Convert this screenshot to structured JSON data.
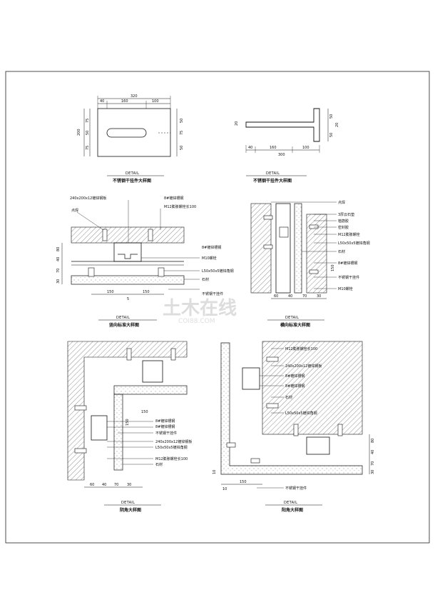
{
  "detail1": {
    "caption": "DETAIL",
    "title": "不锈钢干挂件大样图",
    "dims_top": [
      "320",
      "40",
      "160",
      "100"
    ],
    "dims_left": [
      "200",
      "75",
      "50",
      "75"
    ],
    "dims_right": [
      "50",
      "75",
      "50"
    ]
  },
  "detail2": {
    "caption": "DETAIL",
    "title": "不锈钢干挂件大样图",
    "dims_bottom": [
      "40",
      "160",
      "100",
      "300"
    ],
    "dims_side": [
      "20",
      "50",
      "20",
      "50"
    ]
  },
  "detail3": {
    "caption": "DETAIL",
    "title": "竖向标准大样图",
    "labels": [
      "240x200x12镀锌钢板",
      "8#镀锌槽钢",
      "M12膨胀螺栓长100",
      "点焊",
      "8#镀锌槽钢",
      "M10螺栓",
      "L50x50x5镀锌角钢",
      "石材",
      "不锈钢干挂件"
    ],
    "dims_left": [
      "80",
      "40",
      "70",
      "30"
    ],
    "dims_bottom": [
      "150",
      "150",
      "5"
    ]
  },
  "detail4": {
    "caption": "DETAIL",
    "title": "横向标准大样图",
    "labels": [
      "点焊",
      "3厚云石垫",
      "植筋胶",
      "密封胶",
      "M12膨胀螺栓",
      "L50x50x5镀锌角钢",
      "石材",
      "8#镀锌槽钢",
      "不锈钢干挂件",
      "M10螺栓"
    ],
    "dims_bottom": [
      "60",
      "40",
      "70",
      "30"
    ],
    "dims_right": [
      "150"
    ]
  },
  "detail5": {
    "caption": "DETAIL",
    "title": "阴角大样图",
    "labels": [
      "8#镀锌槽钢",
      "8#镀锌槽钢",
      "不锈钢干挂件",
      "240x200x12镀锌钢板",
      "L50x50x5镀锌角钢",
      "M12膨胀螺栓长100",
      "石材"
    ],
    "dims_bottom": [
      "60",
      "40",
      "70",
      "30"
    ],
    "dims_side": [
      "150",
      "150"
    ]
  },
  "detail6": {
    "caption": "DETAIL",
    "title": "阳角大样图",
    "labels": [
      "M12膨胀螺栓长100",
      "240x200x12镀锌钢板",
      "8#镀锌槽钢",
      "8#镀锌槽钢",
      "石材",
      "L50x50x5镀锌角钢",
      "不锈钢干挂件"
    ],
    "dims_bottom": [
      "10",
      "150",
      "10"
    ],
    "dims_right": [
      "80",
      "40",
      "70",
      "30"
    ]
  },
  "watermark": {
    "main": "土木在线",
    "sub": "COI88.COM"
  }
}
